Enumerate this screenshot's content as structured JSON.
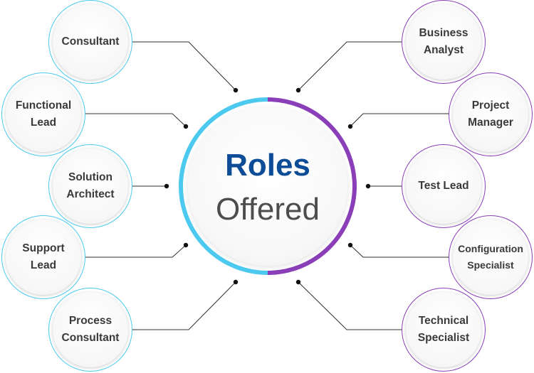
{
  "hub": {
    "title": "Roles",
    "subtitle": "Offered",
    "ring_colors": {
      "left": "#4cc9ee",
      "right": "#8a3fb8"
    }
  },
  "roles": {
    "left": [
      {
        "label": "Consultant"
      },
      {
        "label": "Functional\nLead"
      },
      {
        "label": "Solution\nArchitect"
      },
      {
        "label": "Support\nLead"
      },
      {
        "label": "Process\nConsultant"
      }
    ],
    "right": [
      {
        "label": "Business\nAnalyst"
      },
      {
        "label": "Project\nManager"
      },
      {
        "label": "Test Lead"
      },
      {
        "label": "Configuration\nSpecialist"
      },
      {
        "label": "Technical\nSpecialist"
      }
    ]
  }
}
